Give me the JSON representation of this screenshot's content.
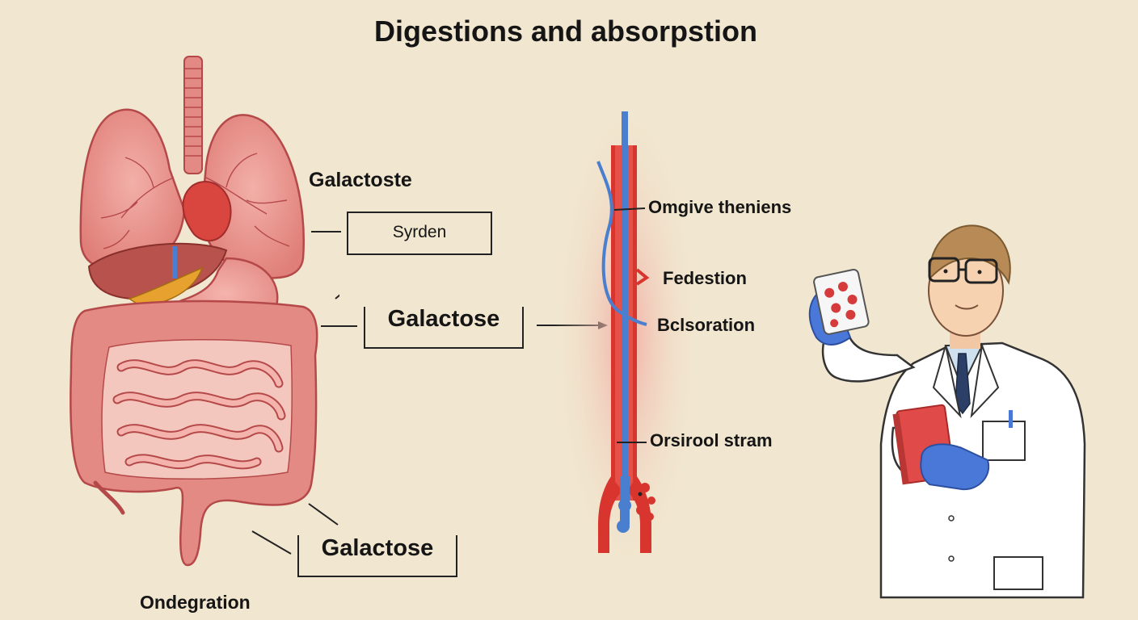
{
  "title": "Digestions and absorpstion",
  "left_labels": {
    "upper": "Galactoste",
    "bottom": "Ondegration"
  },
  "boxes": {
    "top": "Syrden",
    "middle": "Galactose",
    "bottom": "Galactose"
  },
  "vessel_labels": [
    "Omgive theniens",
    "Fedestion",
    "Bclsoration",
    "Orsirool stram"
  ],
  "colors": {
    "background": "#f1e6cf",
    "organ_pink": "#e58f8a",
    "organ_outline": "#b5494a",
    "vessel_red": "#d8352f",
    "vessel_blue": "#4a7fd0",
    "glove_blue": "#4a78d8",
    "coat_white": "#ffffff",
    "notebook_red": "#e04a48"
  },
  "icons": [
    "digestive-system-illustration",
    "blood-vessel-illustration",
    "scientist-illustration",
    "sample-vial-icon",
    "notebook-icon"
  ]
}
